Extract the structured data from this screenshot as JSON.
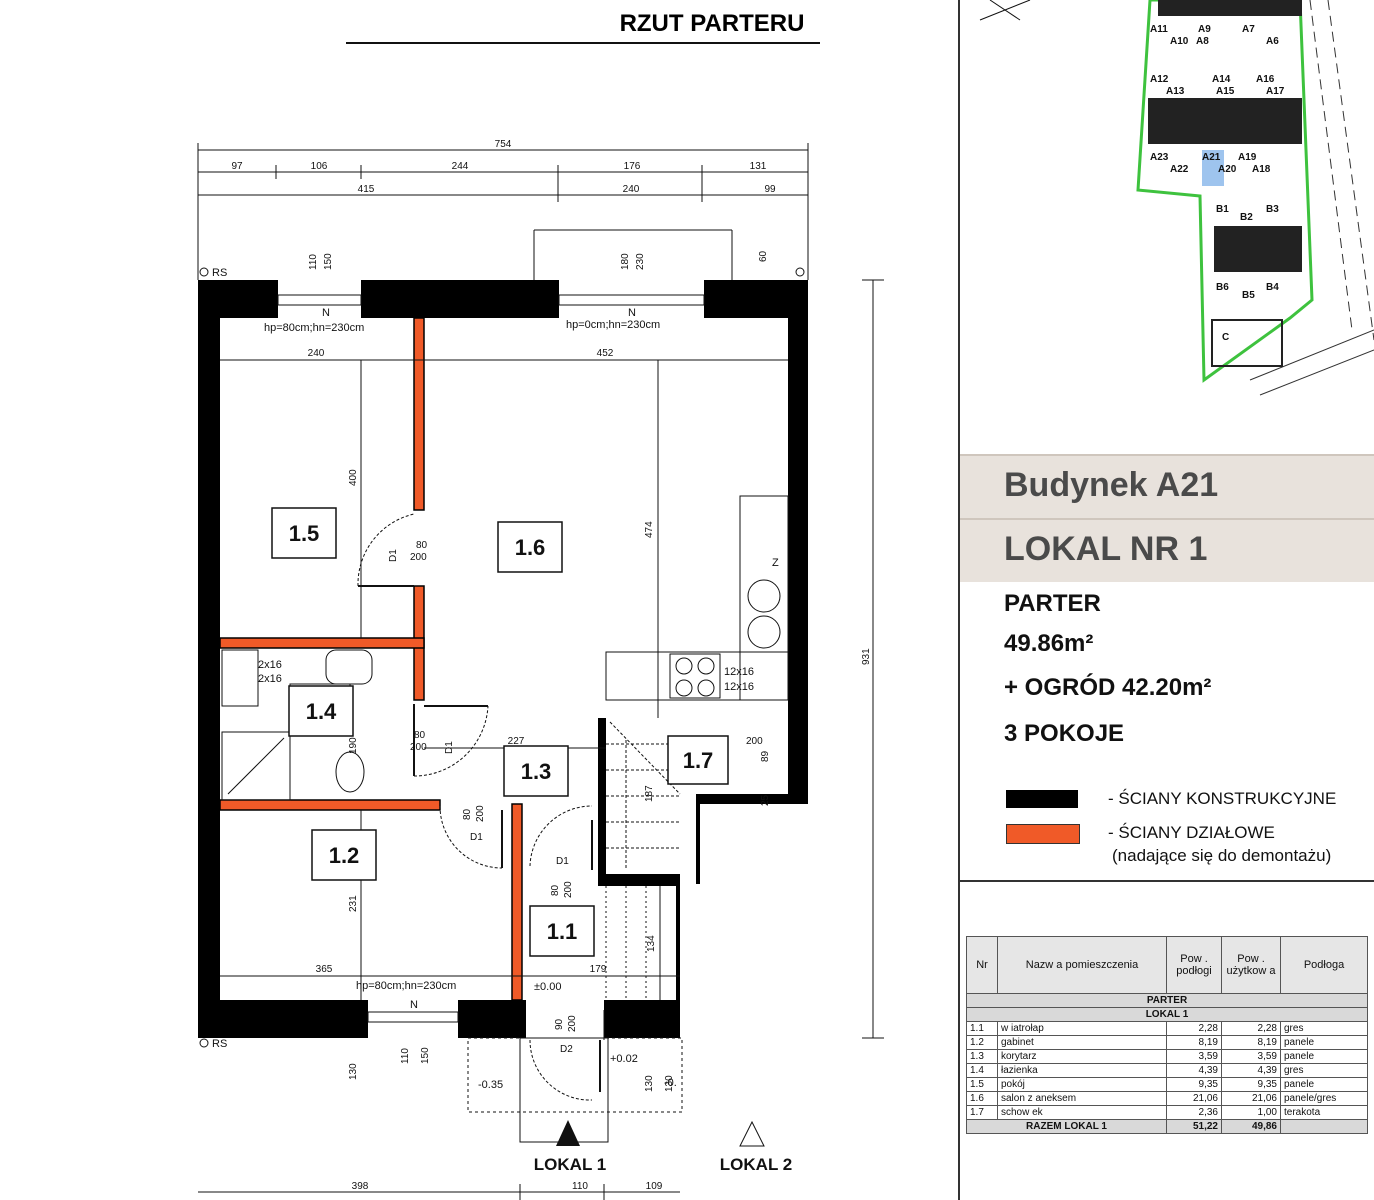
{
  "drawing_title": "RZUT PARTERU",
  "dimensions": {
    "top_total": "754",
    "top_segments": [
      "97",
      "106",
      "244",
      "176",
      "131"
    ],
    "top_split": [
      "415",
      "240",
      "99"
    ],
    "window_left_h": "110",
    "window_left_w": "150",
    "window_right_h": "180",
    "window_right_w": "230",
    "dim_60": "60",
    "inner_240": "240",
    "inner_452": "452",
    "inner_400": "400",
    "inner_474": "474",
    "right_931": "931",
    "door_80": "80",
    "door_200": "200",
    "dim_227": "227",
    "dim_190": "190",
    "dim_187": "187",
    "dim_200": "200",
    "dim_89": "89",
    "dim_25": "25",
    "dim_231": "231",
    "dim_365": "365",
    "dim_179": "179",
    "dim_134": "134",
    "door_90": "90",
    "dim_130": "130",
    "window_bottom_h": "110",
    "window_bottom_w": "150",
    "bottom_398": "398",
    "bottom_110": "110",
    "bottom_109": "109",
    "vent_12x16": "12x16",
    "vent_2x16": "2x16"
  },
  "annotations": {
    "window_left": "hp=80cm;hn=230cm",
    "window_right": "hp=0cm;hn=230cm",
    "window_bottom": "hp=80cm;hn=230cm",
    "rs_top": "RS",
    "rs_bottom": "RS",
    "door_d1": "D1",
    "door_d2": "D2",
    "level_0": "±0.00",
    "level_002": "+0.02",
    "level_035": "-0.35",
    "level_0b": "-0.",
    "fridge": "Z",
    "north": "N"
  },
  "rooms": [
    "1.1",
    "1.2",
    "1.3",
    "1.4",
    "1.5",
    "1.6",
    "1.7"
  ],
  "entrances": {
    "lokal1": "LOKAL 1",
    "lokal2": "LOKAL 2"
  },
  "site_map": {
    "buildings_a_top": [
      "A11",
      "A10",
      "A9",
      "A8",
      "A7",
      "A6"
    ],
    "buildings_a_mid": [
      "A12",
      "A13",
      "A14",
      "A15",
      "A16",
      "A17"
    ],
    "buildings_a_bot": [
      "A23",
      "A22",
      "A21",
      "A20",
      "A19",
      "A18"
    ],
    "buildings_b_top": [
      "B1",
      "B2",
      "B3"
    ],
    "buildings_b_bot": [
      "B6",
      "B5",
      "B4"
    ],
    "building_c": "C",
    "highlight": "A21",
    "boundary_color": "#3ec23e",
    "highlight_color": "#9ec4ee"
  },
  "info": {
    "building": "Budynek A21",
    "unit": "LOKAL NR 1",
    "floor": "PARTER",
    "area": "49.86m²",
    "garden": "+ OGRÓD 42.20m²",
    "rooms": "3 POKOJE"
  },
  "legend": {
    "structural": "- ŚCIANY KONSTRUKCYJNE",
    "partition": "- ŚCIANY DZIAŁOWE",
    "partition_note": "(nadające się do demontażu)",
    "structural_color": "#000000",
    "partition_color": "#f05a28"
  },
  "table": {
    "headers": [
      "Nr",
      "Nazw a pomieszczenia",
      "Pow . podłogi",
      "Pow . użytkow a",
      "Podłoga"
    ],
    "section": "PARTER",
    "subsection": "LOKAL 1",
    "rows": [
      [
        "1.1",
        "w iatrołap",
        "2,28",
        "2,28",
        "gres"
      ],
      [
        "1.2",
        "gabinet",
        "8,19",
        "8,19",
        "panele"
      ],
      [
        "1.3",
        "korytarz",
        "3,59",
        "3,59",
        "panele"
      ],
      [
        "1.4",
        "łazienka",
        "4,39",
        "4,39",
        "gres"
      ],
      [
        "1.5",
        "pokój",
        "9,35",
        "9,35",
        "panele"
      ],
      [
        "1.6",
        "salon z aneksem",
        "21,06",
        "21,06",
        "panele/gres"
      ],
      [
        "1.7",
        "schow ek",
        "2,36",
        "1,00",
        "terakota"
      ]
    ],
    "total": [
      "RAZEM LOKAL 1",
      "51,22",
      "49,86",
      ""
    ]
  }
}
